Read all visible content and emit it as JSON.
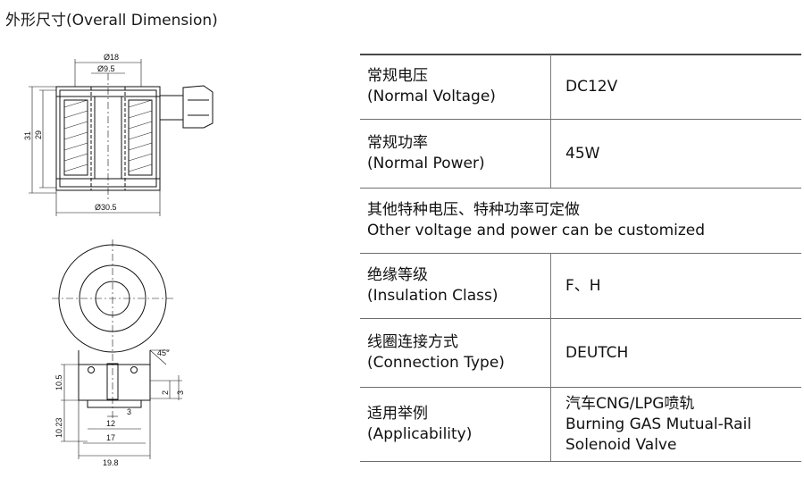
{
  "header": {
    "title": "外形尺寸(Overall Dimension)"
  },
  "drawing": {
    "top_view_dims": [
      "Ø18",
      "Ø9.5",
      "31",
      "29",
      "Ø30.5"
    ],
    "bottom_view_dims": [
      "45°",
      "10.5",
      "2",
      "3",
      "3",
      "12",
      "10.23",
      "17",
      "19.8"
    ]
  },
  "specs": {
    "normal_voltage": {
      "label_cn": "常规电压",
      "label_en": "(Normal Voltage)",
      "value": "DC12V"
    },
    "normal_power": {
      "label_cn": "常规功率",
      "label_en": "(Normal Power)",
      "value": "45W"
    },
    "custom_note": {
      "cn": "其他特种电压、特种功率可定做",
      "en": "Other voltage and power can be customized"
    },
    "insulation": {
      "label_cn": "绝缘等级",
      "label_en": "(Insulation Class)",
      "value": "F、H"
    },
    "connection": {
      "label_cn": "线圈连接方式",
      "label_en": "(Connection Type)",
      "value": "DEUTCH"
    },
    "applicability": {
      "label_cn": "适用举例",
      "label_en": "(Applicability)",
      "value_lines": [
        "汽车CNG/LPG喷轨",
        "Burning GAS Mutual-Rail",
        "Solenoid Valve"
      ]
    }
  }
}
